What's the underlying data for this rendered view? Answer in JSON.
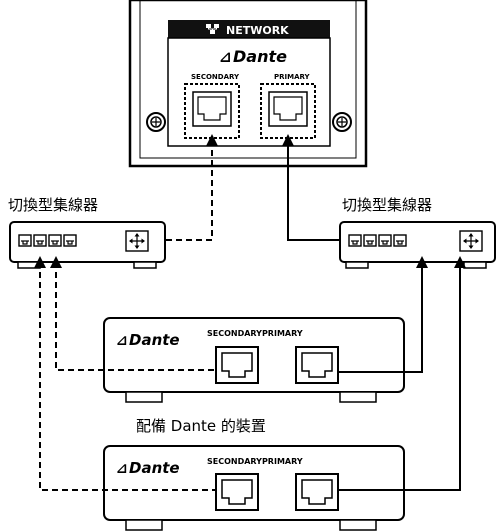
{
  "network_card": {
    "header_label": "NETWORK",
    "brand": "Dante",
    "port_secondary": "SECONDARY",
    "port_primary": "PRIMARY"
  },
  "switches": {
    "left_label": "切換型集線器",
    "right_label": "切換型集線器"
  },
  "devices": {
    "caption": "配備 Dante 的裝置",
    "device1": {
      "brand": "Dante",
      "port_label": "SECONDARYPRIMARY"
    },
    "device2": {
      "brand": "Dante",
      "port_label": "SECONDARYPRIMARY"
    }
  },
  "icons": [
    "network-icon",
    "dante-logo-icon",
    "ethernet-port-icon",
    "uplink-arrows-icon",
    "screw-icon"
  ]
}
